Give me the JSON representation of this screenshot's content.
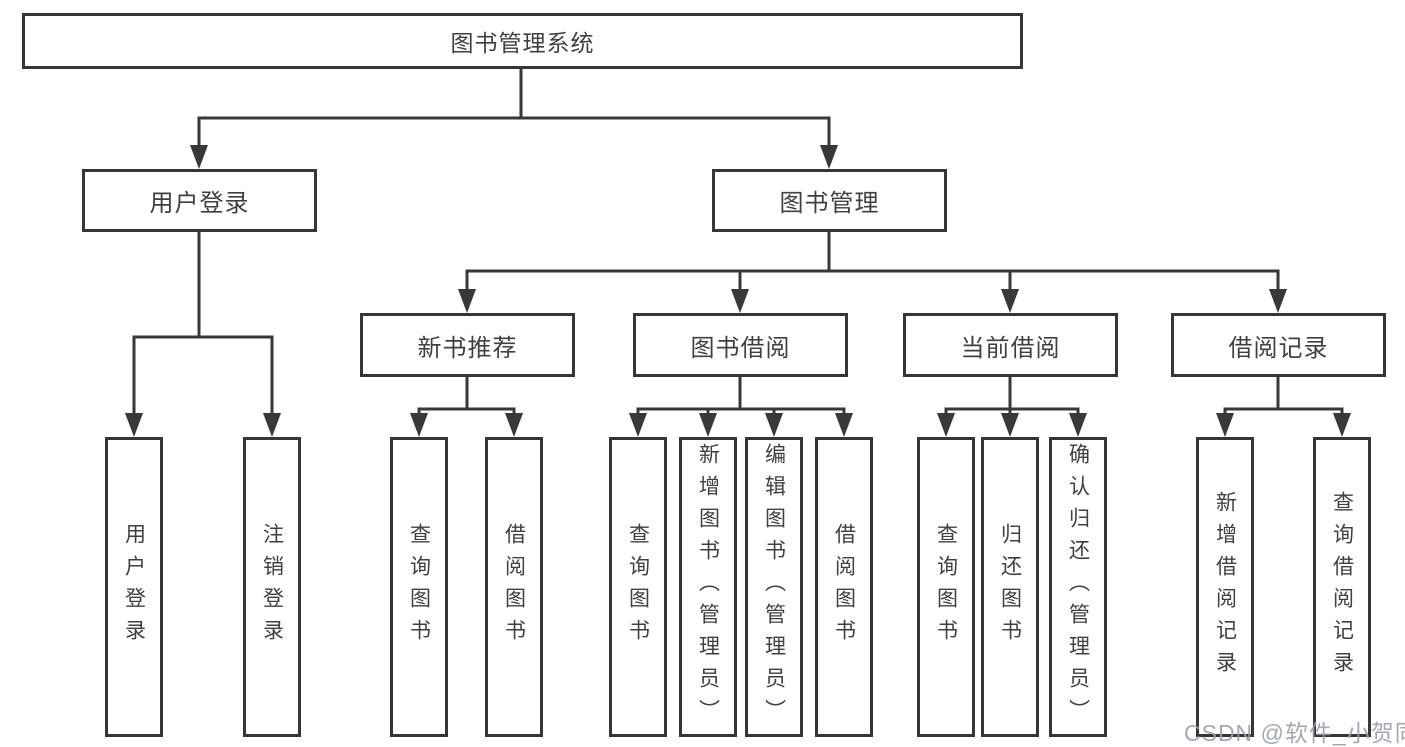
{
  "colors": {
    "line": "#383838",
    "box_border": "#363636",
    "text": "#404040",
    "background": "#ffffff",
    "watermark": "#98a0ab"
  },
  "watermark": "CSDN @软件_小贺同学",
  "tree": {
    "root": "图书管理系统",
    "branches": [
      {
        "label": "用户登录",
        "children": [
          "用户登录",
          "注销登录"
        ]
      },
      {
        "label": "图书管理",
        "groups": [
          {
            "label": "新书推荐",
            "children": [
              "查询图书",
              "借阅图书"
            ]
          },
          {
            "label": "图书借阅",
            "children": [
              "查询图书",
              "新增图书（管理员）",
              "编辑图书（管理员）",
              "借阅图书"
            ]
          },
          {
            "label": "当前借阅",
            "children": [
              "查询图书",
              "归还图书",
              "确认归还（管理员）"
            ]
          },
          {
            "label": "借阅记录",
            "children": [
              "新增借阅记录",
              "查询借阅记录"
            ]
          }
        ]
      }
    ]
  }
}
